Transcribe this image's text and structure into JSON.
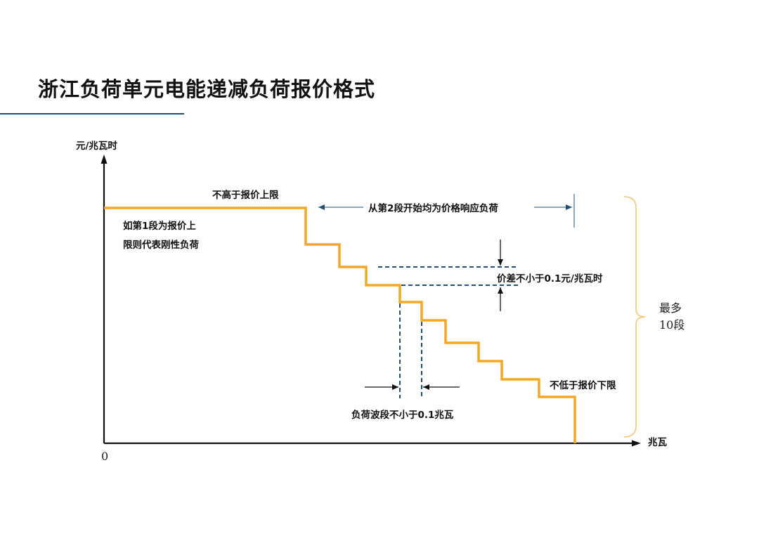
{
  "title": "浙江负荷单元电能递减负荷报价格式",
  "axes": {
    "y_label": "元/兆瓦时",
    "x_label": "兆瓦",
    "origin_label": "0"
  },
  "annotations": {
    "top_cap": "不高于报价上限",
    "first_segment_line1": "如第1段为报价上",
    "first_segment_line2": "限则代表刚性负荷",
    "from_segment2": "从第2段开始均为价格响应负荷",
    "price_diff": "价差不小于0.1元/兆瓦时",
    "segment_width": "负荷波段不小于0.1兆瓦",
    "bottom_cap": "不低于报价下限",
    "max_segments_line1": "最多",
    "max_segments_line2": "10段"
  },
  "colors": {
    "step_line": "#f5a623",
    "dashed": "#1f4e79",
    "arrow": "#1f4e79",
    "brace": "#f5c26b",
    "title_rule": "#1f4e79"
  },
  "chart_data": {
    "type": "line",
    "step": true,
    "xlabel": "兆瓦",
    "ylabel": "元/兆瓦时",
    "segments": 10,
    "x_ticks": [
      "0"
    ],
    "grid": false,
    "legend": "none"
  }
}
